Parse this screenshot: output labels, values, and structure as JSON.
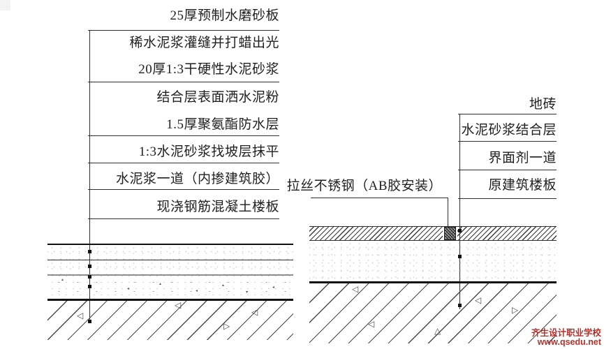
{
  "left_detail": {
    "labels": [
      "25厚预制水磨砂板",
      "稀水泥浆灌缝并打蜡出光",
      "20厚1:3干硬性水泥砂浆",
      "结合层表面洒水泥粉",
      "1.5厚聚氨酯防水层",
      "1:3水泥砂浆找坡层抹平",
      "水泥浆一道（内掺建筑胶）",
      "现浇钢筋混凝土楼板"
    ]
  },
  "right_detail": {
    "labels": [
      "地砖",
      "水泥砂浆结合层",
      "界面剂一道",
      "原建筑楼板"
    ],
    "callout_label": "拉丝不锈钢（AB胶安装）"
  },
  "watermark": {
    "school": "齐生设计职业学校",
    "website": "www.qsedu.net",
    "color": "#b8302c"
  },
  "colors": {
    "line": "#2f2f2f",
    "thick_line": "#101010",
    "gray_line": "#8f8f8f",
    "hatch": "#4a4a4a",
    "text": "#1f1f1f",
    "background": "#ffffff"
  }
}
